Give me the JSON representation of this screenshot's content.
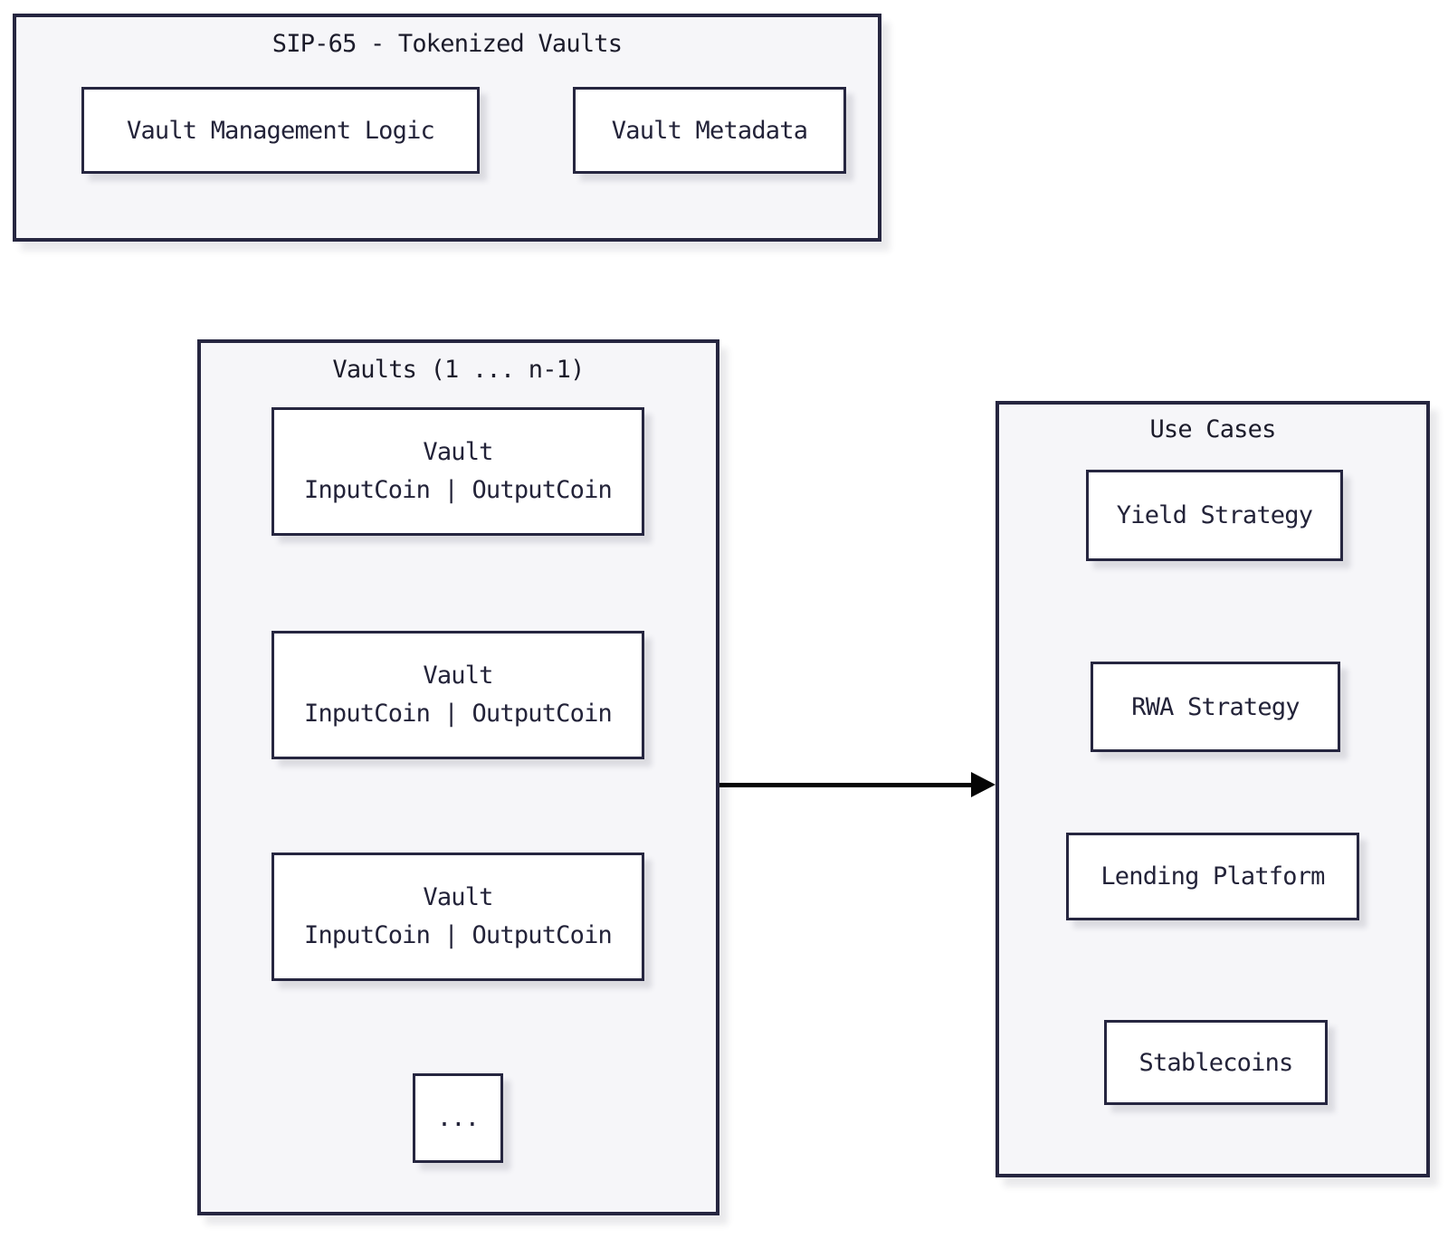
{
  "colors": {
    "border": "#262640",
    "container_fill": "#f6f6f9",
    "card_fill": "#ffffff",
    "text": "#232339",
    "arrow": "#050505",
    "page_background": "#ffffff"
  },
  "sip65": {
    "title": "SIP-65 - Tokenized Vaults",
    "items": [
      {
        "label": "Vault Management Logic"
      },
      {
        "label": "Vault Metadata"
      }
    ]
  },
  "vaults": {
    "title": "Vaults (1 ... n-1)",
    "cards": [
      {
        "line1": "Vault",
        "line2": "InputCoin | OutputCoin"
      },
      {
        "line1": "Vault",
        "line2": "InputCoin | OutputCoin"
      },
      {
        "line1": "Vault",
        "line2": "InputCoin | OutputCoin"
      }
    ],
    "more_label": "..."
  },
  "use_cases": {
    "title": "Use Cases",
    "items": [
      {
        "label": "Yield Strategy"
      },
      {
        "label": "RWA Strategy"
      },
      {
        "label": "Lending Platform"
      },
      {
        "label": "Stablecoins"
      }
    ]
  }
}
